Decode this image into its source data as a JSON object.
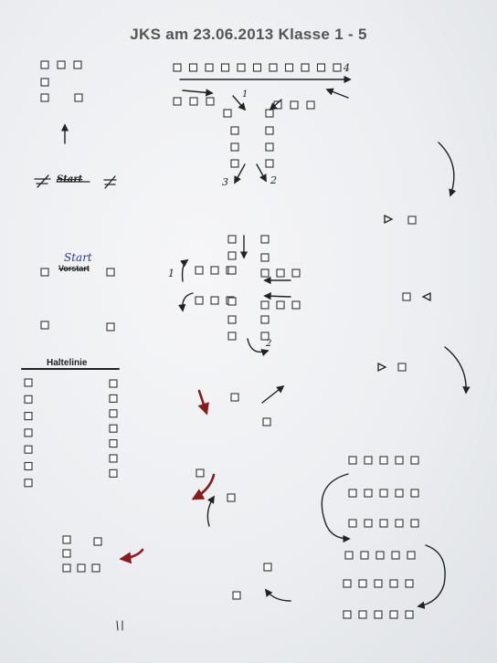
{
  "title": "JKS am 23.06.2013 Klasse  1 - 5",
  "labels": {
    "start_crossed": "Start",
    "start": "Start",
    "vorstart": "Vorstart",
    "haltelinie": "Haltelinie",
    "n1_top": "1",
    "n2_top": "2",
    "n3_top": "3",
    "n4_top": "4",
    "n1_mid": "1",
    "n2_mid": "2"
  },
  "colors": {
    "ink": "#222222",
    "red_arrow": "#8b1a1a",
    "cone_border": "#333333"
  }
}
